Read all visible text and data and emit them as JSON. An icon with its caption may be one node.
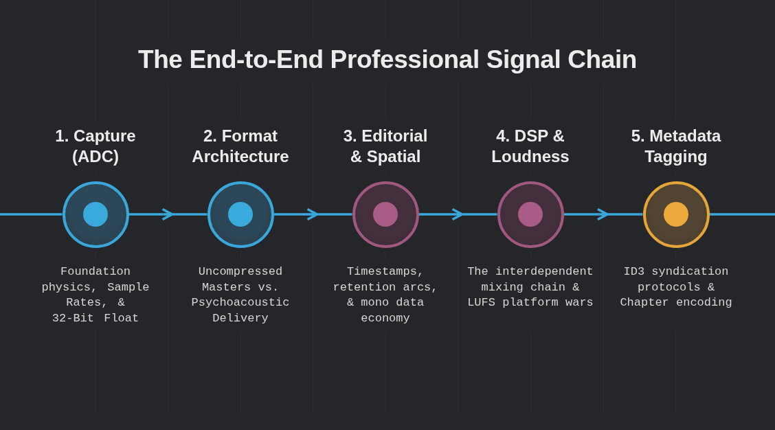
{
  "diagram": {
    "title": "The End-to-End Professional Signal Chain",
    "nodes": [
      {
        "text": [],
        "shape": "circle",
        "beside": [
          "1. Capture (ADC)",
          "Foundation physics, Sample Rates, & 32-Bit Float"
        ]
      },
      {
        "text": [],
        "shape": "circle",
        "beside": [
          "2. Format Architecture",
          "Uncompressed Masters vs. Psychoacoustic Delivery"
        ]
      },
      {
        "text": [],
        "shape": "circle",
        "beside": [
          "3. Editorial & Spatial",
          "Timestamps, retention arcs, & mono data economy"
        ]
      },
      {
        "text": [],
        "shape": "circle",
        "beside": [
          "4. DSP & Loudness",
          "The interdependent mixing chain & LUFS platform wars"
        ]
      },
      {
        "text": [],
        "shape": "circle",
        "beside": [
          "5. Metadata Tagging",
          "ID3 syndication protocols & Chapter encoding"
        ]
      }
    ],
    "edges": [
      {
        "from": null,
        "to": 0,
        "arrow": "none"
      },
      {
        "from": 0,
        "to": 1,
        "arrow": "to"
      },
      {
        "from": 1,
        "to": 2,
        "arrow": "to"
      },
      {
        "from": 2,
        "to": 3,
        "arrow": "to"
      },
      {
        "from": 3,
        "to": 4,
        "arrow": "to"
      },
      {
        "from": 4,
        "to": null,
        "arrow": "none"
      }
    ]
  }
}
